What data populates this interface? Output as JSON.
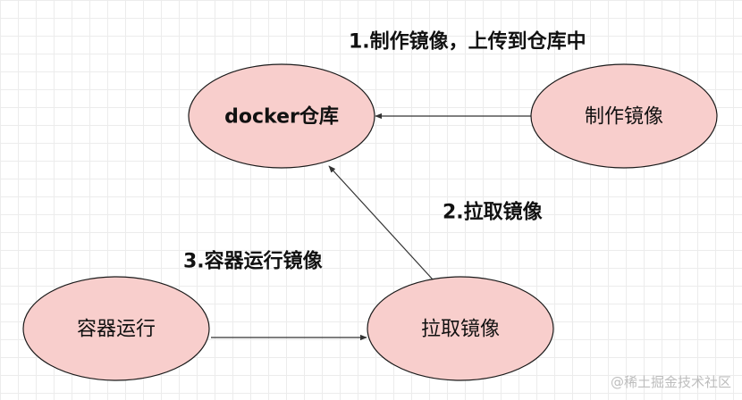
{
  "nodes": {
    "docker_repo": {
      "label": "docker仓库"
    },
    "make_image": {
      "label": "制作镜像"
    },
    "pull_image": {
      "label": "拉取镜像"
    },
    "run_container": {
      "label": "容器运行"
    }
  },
  "steps": {
    "step1": "1.制作镜像，上传到仓库中",
    "step2": "2.拉取镜像",
    "step3": "3.容器运行镜像"
  },
  "watermark": "@稀土掘金技术社区",
  "colors": {
    "node_fill": "#f8cecc",
    "node_stroke": "#1a1a1a",
    "edge": "#333333"
  }
}
